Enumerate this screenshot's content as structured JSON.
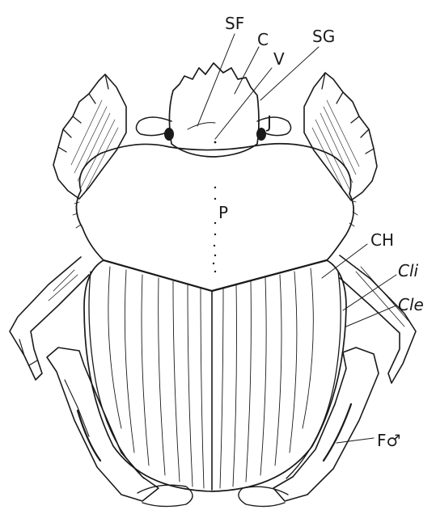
{
  "figure": {
    "labels": {
      "SF": "SF",
      "C": "C",
      "V": "V",
      "SG": "SG",
      "J": "J",
      "P": "P",
      "CH": "CH",
      "Cli": "Cli",
      "Cle": "Cle",
      "Fsym": "F♂"
    },
    "ink_color": "#1a1a1a",
    "background": "#ffffff"
  }
}
